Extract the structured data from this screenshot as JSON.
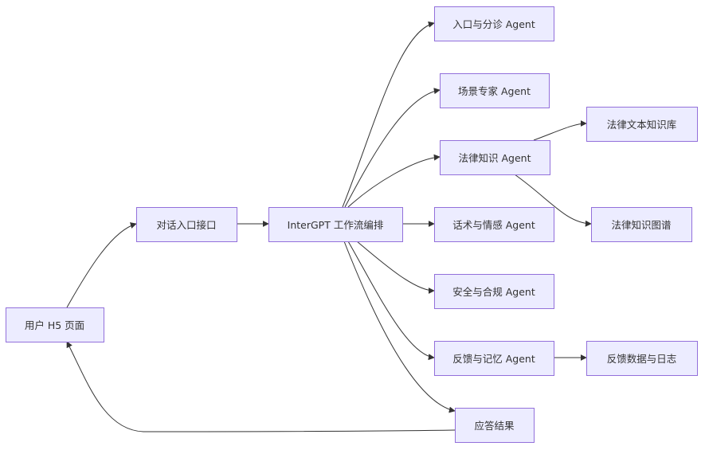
{
  "diagram": {
    "type": "flowchart",
    "direction": "LR",
    "colors": {
      "node_fill": "#ECECFF",
      "node_border": "#9370DB",
      "text": "#333333",
      "edge": "#333333"
    },
    "nodes": [
      {
        "id": "user",
        "label": "用户 H5 页面"
      },
      {
        "id": "api",
        "label": "对话入口接口"
      },
      {
        "id": "orch",
        "label": "InterGPT 工作流编排"
      },
      {
        "id": "triage",
        "label": "入口与分诊 Agent"
      },
      {
        "id": "scene",
        "label": "场景专家 Agent"
      },
      {
        "id": "law",
        "label": "法律知识 Agent"
      },
      {
        "id": "speech",
        "label": "话术与情感 Agent"
      },
      {
        "id": "safety",
        "label": "安全与合规 Agent"
      },
      {
        "id": "feedback",
        "label": "反馈与记忆 Agent"
      },
      {
        "id": "answer",
        "label": "应答结果"
      },
      {
        "id": "lawtext",
        "label": "法律文本知识库"
      },
      {
        "id": "lawgraph",
        "label": "法律知识图谱"
      },
      {
        "id": "fblog",
        "label": "反馈数据与日志"
      }
    ],
    "edges": [
      {
        "from": "user",
        "to": "api"
      },
      {
        "from": "api",
        "to": "orch"
      },
      {
        "from": "orch",
        "to": "triage"
      },
      {
        "from": "orch",
        "to": "scene"
      },
      {
        "from": "orch",
        "to": "law"
      },
      {
        "from": "orch",
        "to": "speech"
      },
      {
        "from": "orch",
        "to": "safety"
      },
      {
        "from": "orch",
        "to": "feedback"
      },
      {
        "from": "orch",
        "to": "answer"
      },
      {
        "from": "law",
        "to": "lawtext"
      },
      {
        "from": "law",
        "to": "lawgraph"
      },
      {
        "from": "feedback",
        "to": "fblog"
      },
      {
        "from": "answer",
        "to": "user"
      }
    ]
  }
}
